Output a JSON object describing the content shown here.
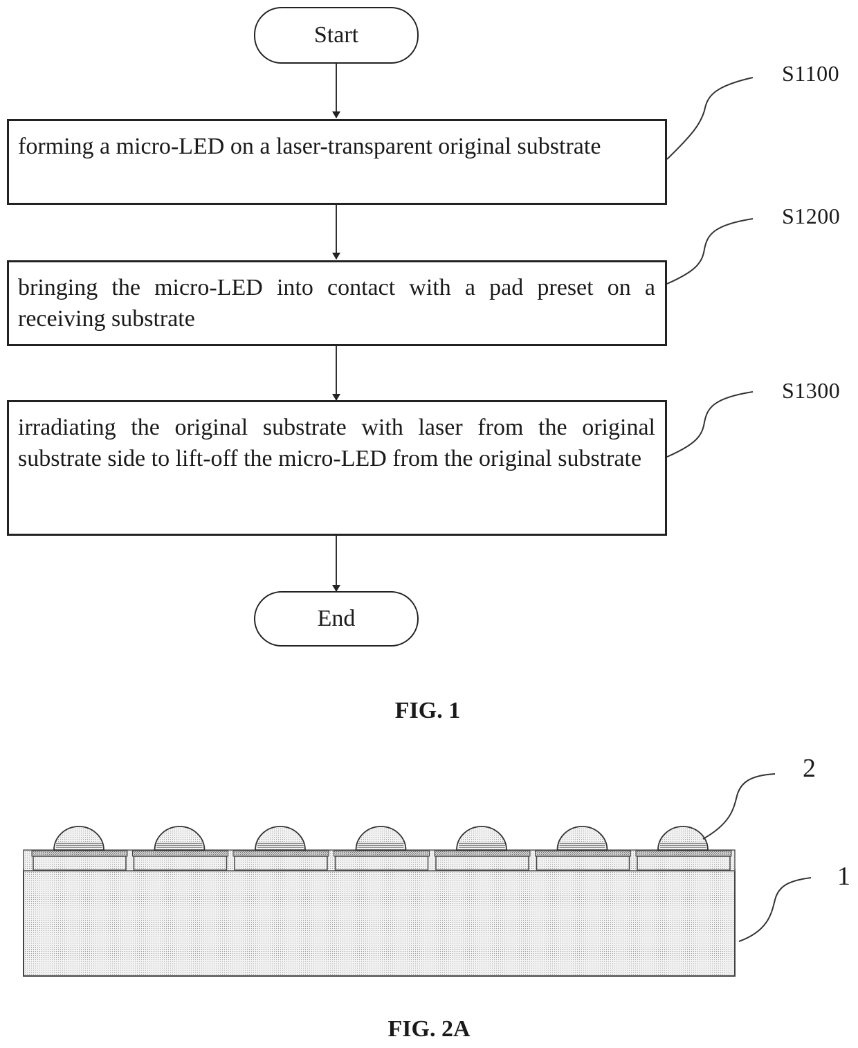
{
  "fig1": {
    "start": "Start",
    "end": "End",
    "steps": [
      {
        "label": "S1100",
        "text": "forming a micro-LED on a laser-transparent original substrate"
      },
      {
        "label": "S1200",
        "text": "bringing the micro-LED into contact with a pad preset on a receiving substrate"
      },
      {
        "label": "S1300",
        "text": "irradiating the original substrate with laser from the original substrate side to lift-off the micro-LED from the original substrate"
      }
    ],
    "caption": "FIG. 1"
  },
  "fig2a": {
    "ref_substrate": "1",
    "ref_micro_led": "2",
    "caption": "FIG. 2A"
  }
}
